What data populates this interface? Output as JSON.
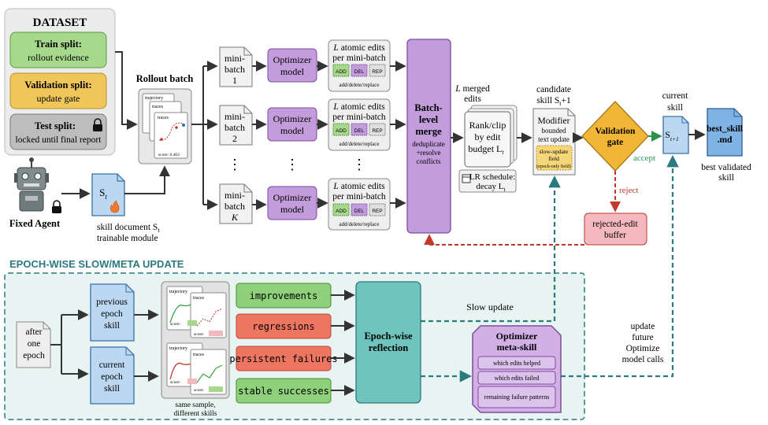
{
  "dataset": {
    "title": "DATASET",
    "train": {
      "title": "Train split:",
      "sub": "rollout evidence"
    },
    "val": {
      "title": "Validation split:",
      "sub": "update gate"
    },
    "test": {
      "title": "Test split:",
      "sub": "locked until final report"
    }
  },
  "agent": {
    "label": "Fixed Agent"
  },
  "skill_doc": {
    "symbol": "S",
    "sub": "t",
    "caption1": "skill document S",
    "caption1_sub": "t",
    "caption2": "trainable module"
  },
  "rollout": {
    "title": "Rollout batch",
    "card1": "trajectory",
    "card2": "traces",
    "card3": "traces",
    "score": "score: 0.463"
  },
  "minibatches": [
    {
      "line1": "mini-",
      "line2": "batch",
      "line3": "1"
    },
    {
      "line1": "mini-",
      "line2": "batch",
      "line3": "2"
    },
    {
      "line1": "mini-",
      "line2": "batch",
      "line3": "K"
    }
  ],
  "optimizer": {
    "line1": "Optimizer",
    "line2": "model"
  },
  "edits": {
    "line1": "atomic edits",
    "line1_prefix": "L",
    "line2": "per mini-batch",
    "add": "ADD",
    "del": "DEL",
    "rep": "REP",
    "caption": "add/delete/replace"
  },
  "ellipsis": "⋮",
  "batch_merge": {
    "line1": "Batch-",
    "line2": "level",
    "line3": "merge",
    "sub1": "deduplicate",
    "sub2": "+resolve",
    "sub3": "conflicts"
  },
  "merged": {
    "title_prefix": "L",
    "title1": "merged",
    "title2": "edits",
    "rank1": "Rank/clip",
    "rank2": "by edit",
    "rank3": "budget L",
    "rank3_sub": "t"
  },
  "lr": {
    "line1": "LR schedule:",
    "line2": "decay L",
    "line2_sub": "t"
  },
  "candidate": {
    "line1": "candidate",
    "line2": "skill S",
    "line2_sub": "t",
    "line2_tail": "+1"
  },
  "modifier": {
    "title": "Modifier",
    "sub1": "bounded",
    "sub2": "text update",
    "slow1": "slow-update",
    "slow2": "field",
    "slow3": "(epoch-only field)"
  },
  "validation": {
    "line1": "Validation",
    "line2": "gate",
    "accept": "accept",
    "reject": "reject"
  },
  "current_skill": {
    "line1": "current",
    "line2": "skill",
    "symbol": "S",
    "sub": "t+1"
  },
  "best_skill": {
    "name": "best_skill",
    "ext": ".md",
    "caption1": "best validated",
    "caption2": "skill"
  },
  "rejected": {
    "line1": "rejected-edit",
    "line2": "buffer"
  },
  "epoch_section": {
    "title": "EPOCH-WISE SLOW/META UPDATE",
    "after": {
      "line1": "after",
      "line2": "one",
      "line3": "epoch"
    },
    "prev": {
      "line1": "previous",
      "line2": "epoch",
      "line3": "skill"
    },
    "curr": {
      "line1": "current",
      "line2": "epoch",
      "line3": "skill"
    },
    "samples_caption1": "same sample,",
    "samples_caption2": "different skills",
    "sample_traj": "trajectory",
    "sample_traces": "traces",
    "score": "score:",
    "improvements": "improvements",
    "regressions": "regressions",
    "persistent": "persistent failures",
    "stable": "stable successes",
    "reflection1": "Epoch-wise",
    "reflection2": "reflection",
    "slow_update": "Slow update",
    "meta_title1": "Optimizer",
    "meta_title2": "meta-skill",
    "meta_items": [
      "which edits helped",
      "which edits failed",
      "remaining failure patterns"
    ],
    "update1": "update",
    "update2": "future",
    "update3": "Optimize",
    "update4": "model calls"
  }
}
